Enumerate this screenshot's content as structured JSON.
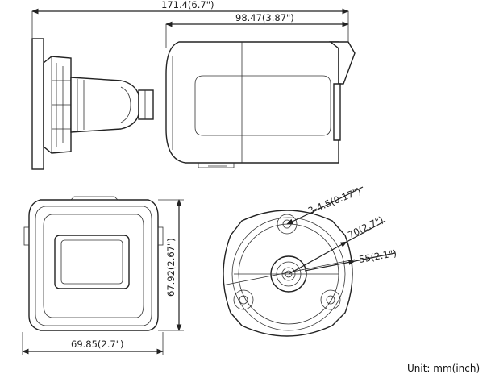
{
  "side_view": {
    "overall_length": "171.4(6.7\")",
    "body_length": "98.47(3.87\")"
  },
  "front_view": {
    "width": "69.85(2.7\")",
    "height": "67.92(2.67\")"
  },
  "mount_view": {
    "screw_hole": "3-4.5(0.17\")",
    "bolt_circle_70": "70(2.7\")",
    "bolt_circle_55": "55(2.1\")"
  },
  "unit_label": "Unit: mm(inch)"
}
